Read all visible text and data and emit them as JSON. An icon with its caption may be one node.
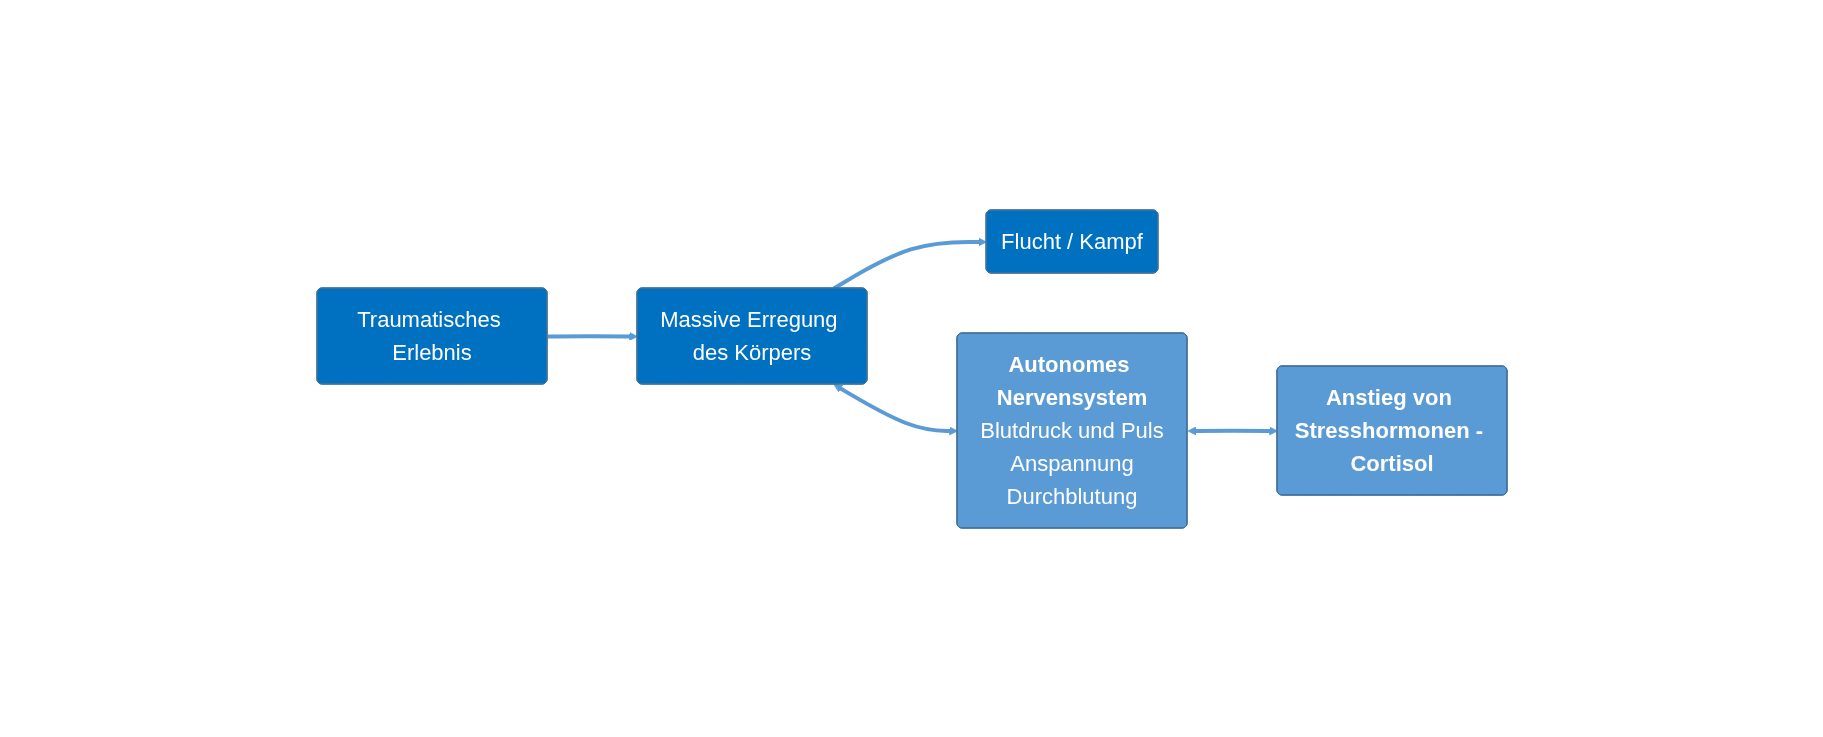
{
  "diagram": {
    "nodes": [
      {
        "text": [
          "Traumatisches Erlebnis"
        ]
      },
      {
        "text": [
          "Massive Erregung des Körpers"
        ]
      },
      {
        "text": [
          "Flucht / Kampf"
        ]
      },
      {
        "text": [
          "Autonomes Nervensystem",
          "Blutdruck und Puls",
          "Anspannung",
          "Durchblutung"
        ]
      },
      {
        "text": [
          "Anstieg von Stresshormonen - Cortisol"
        ]
      }
    ],
    "edges": [
      {
        "from": 0,
        "to": 1,
        "arrow": "to"
      },
      {
        "from": 1,
        "to": 2,
        "arrow": "to"
      },
      {
        "from": 1,
        "to": 3,
        "arrow": "both"
      },
      {
        "from": 3,
        "to": 4,
        "arrow": "both"
      }
    ]
  }
}
